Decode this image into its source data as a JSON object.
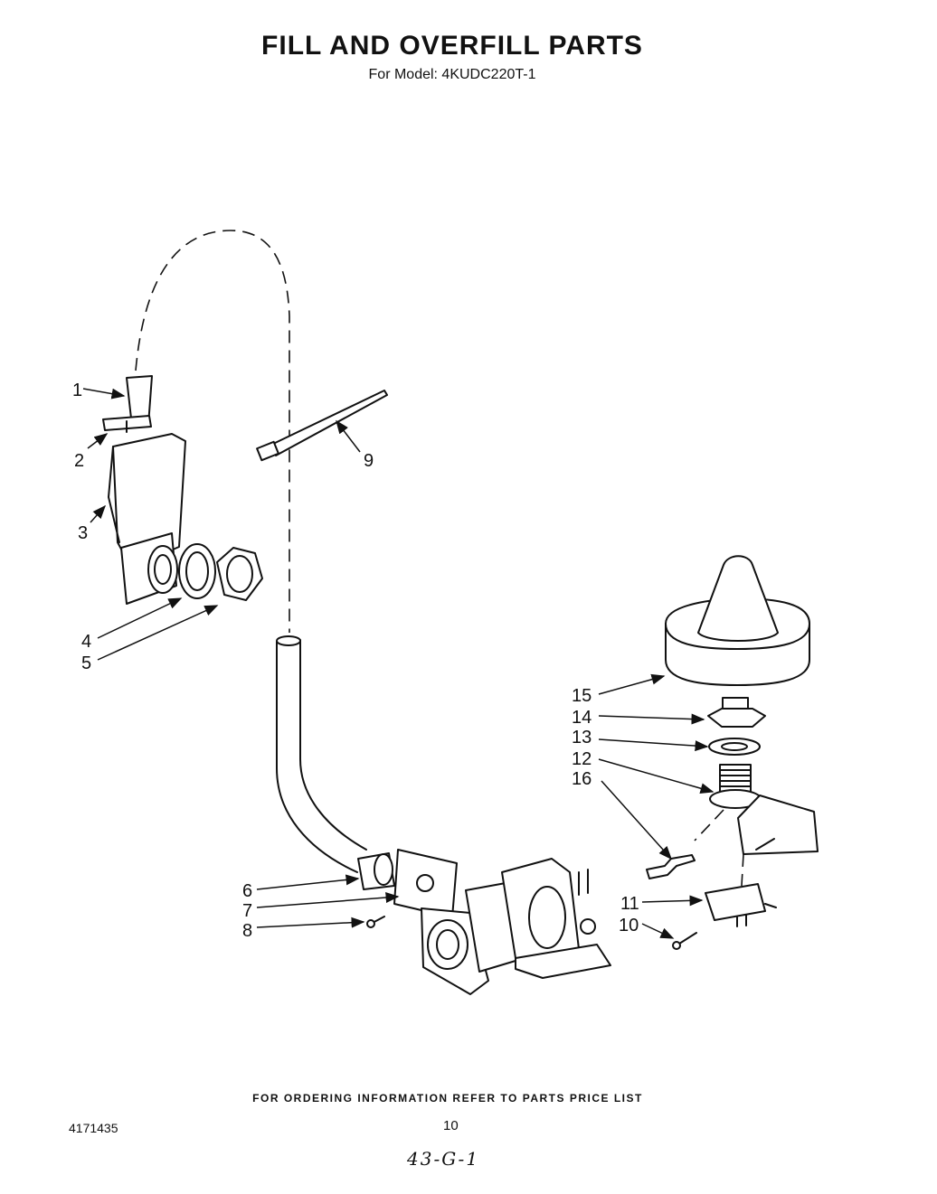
{
  "header": {
    "title": "FILL AND OVERFILL PARTS",
    "subtitle": "For Model: 4KUDC220T-1"
  },
  "callouts": [
    "1",
    "2",
    "3",
    "4",
    "5",
    "6",
    "7",
    "8",
    "9",
    "10",
    "11",
    "12",
    "13",
    "14",
    "15",
    "16"
  ],
  "footer": {
    "note": "FOR ORDERING INFORMATION REFER TO PARTS PRICE LIST",
    "doc_number": "4171435",
    "page_number": "10",
    "handwritten": "43-G-1"
  }
}
